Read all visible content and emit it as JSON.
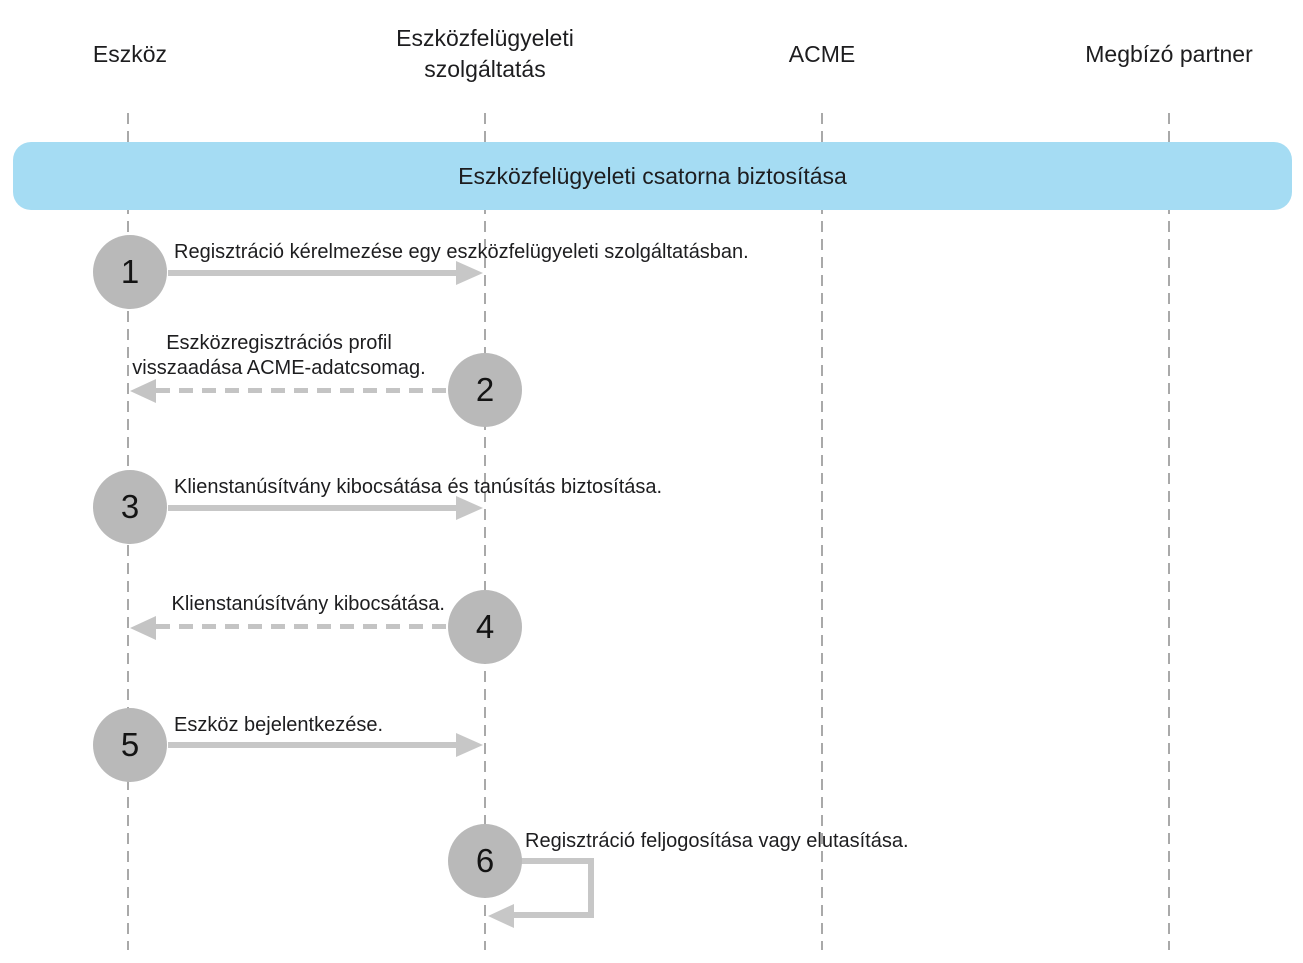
{
  "diagram": {
    "actors": [
      "Eszköz",
      "Eszközfelügyeleti szolgáltatás",
      "ACME",
      "Megbízó partner"
    ],
    "banner": "Eszközfelügyeleti csatorna biztosítása",
    "steps": [
      {
        "num": "1",
        "label": "Regisztráció kérelmezése egy eszközfelügyeleti szolgáltatásban.",
        "type": "solid-arrow-right"
      },
      {
        "num": "2",
        "label": "Eszközregisztrációs profil visszaadása ACME-adatcsomag.",
        "label_line1": "Eszközregisztrációs profil",
        "label_line2": "visszaadása ACME-adatcsomag.",
        "type": "dashed-arrow-left"
      },
      {
        "num": "3",
        "label": "Klienstanúsítvány kibocsátása és tanúsítás biztosítása.",
        "type": "solid-arrow-right"
      },
      {
        "num": "4",
        "label": "Klienstanúsítvány kibocsátása.",
        "type": "dashed-arrow-left"
      },
      {
        "num": "5",
        "label": "Eszköz bejelentkezése.",
        "type": "solid-arrow-right"
      },
      {
        "num": "6",
        "label": "Regisztráció feljogosítása vagy elutasítása.",
        "type": "self-loop"
      }
    ],
    "colors": {
      "banner_bg": "#a5dcf3",
      "circle_fill": "#b9b9b9",
      "arrow": "#c7c7c7",
      "lifeline": "#a9a9a9",
      "text": "#1d1d1f"
    }
  }
}
